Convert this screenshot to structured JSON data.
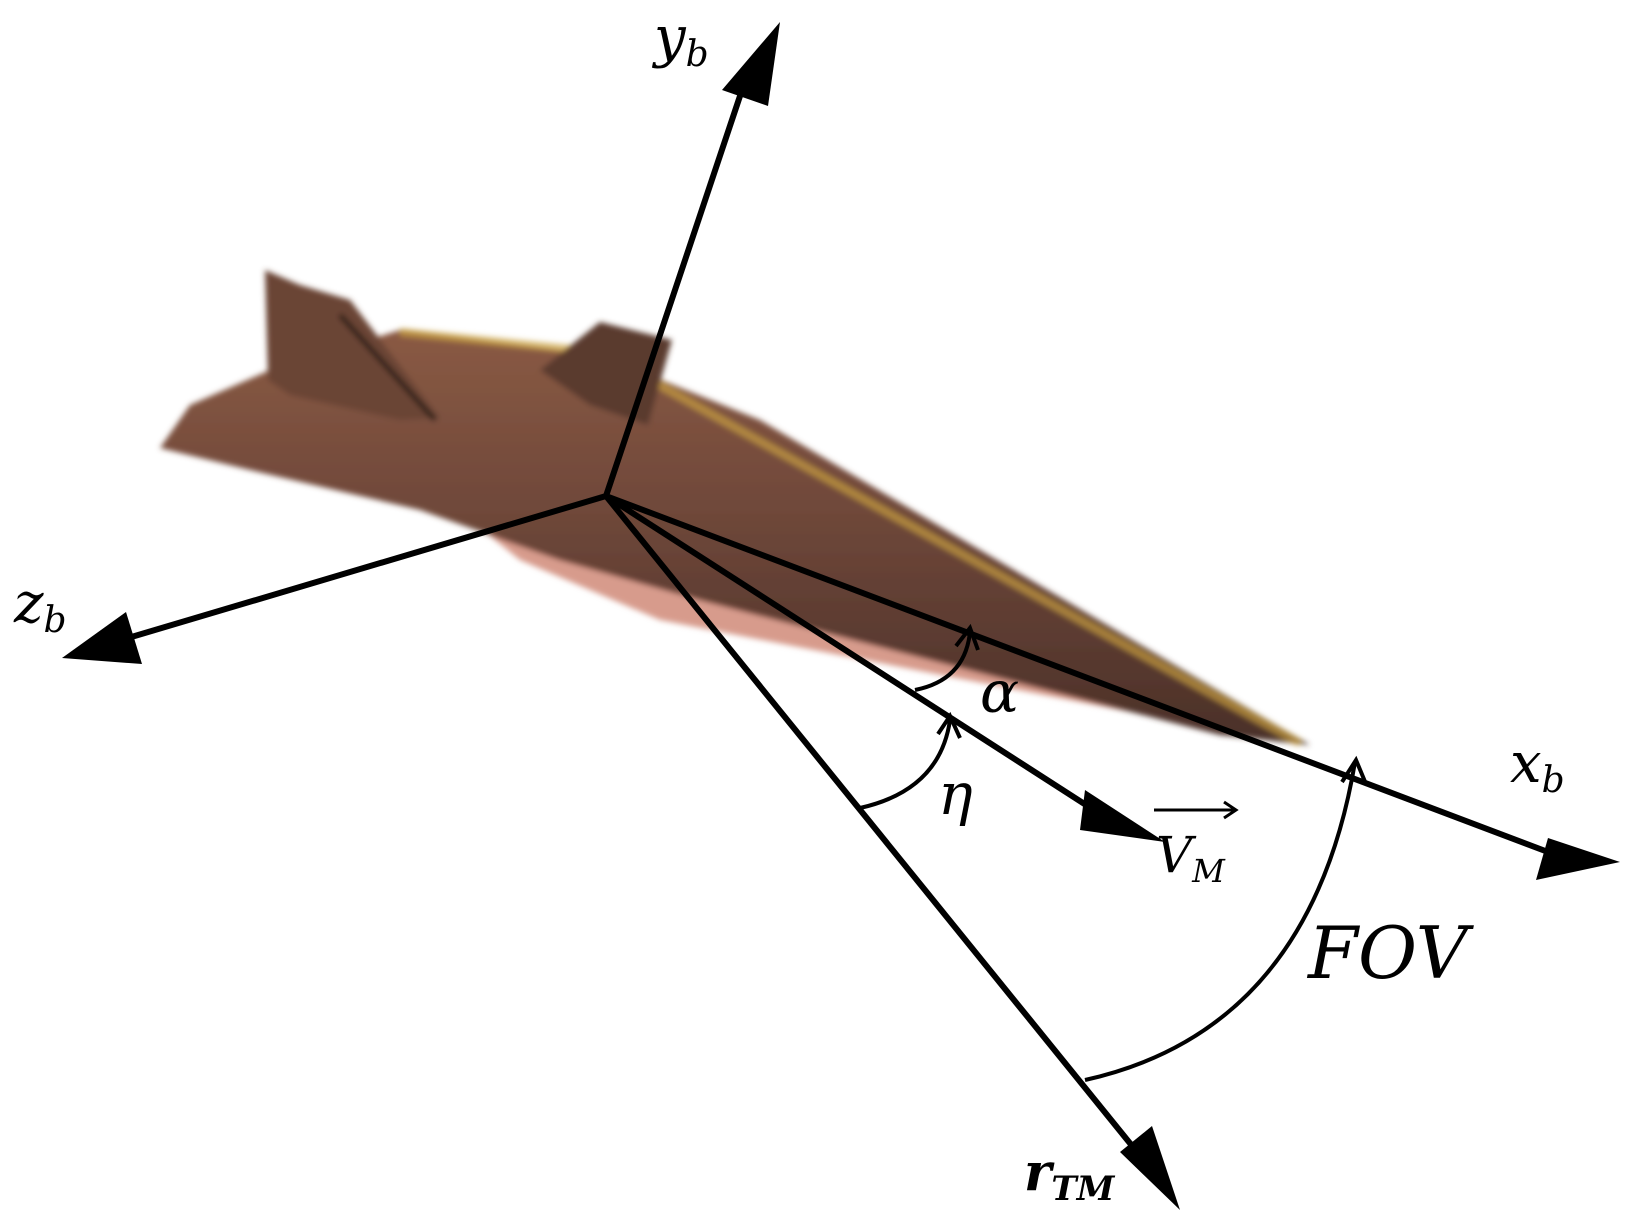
{
  "colors": {
    "axis": "#000000",
    "vehicle_body": "#6b4538",
    "vehicle_shadow": "#3e2a22",
    "vehicle_highlight": "#c9a040",
    "vehicle_belly": "#d08a78"
  },
  "axes": {
    "x_body": {
      "main": "x",
      "sub": "b"
    },
    "y_body": {
      "main": "y",
      "sub": "b"
    },
    "z_body": {
      "main": "z",
      "sub": "b"
    }
  },
  "vectors": {
    "velocity": {
      "main": "V",
      "sub": "M"
    },
    "range": {
      "main": "r",
      "sub": "TM"
    }
  },
  "angles": {
    "alpha": "α",
    "eta": "η",
    "fov": "FOV"
  }
}
